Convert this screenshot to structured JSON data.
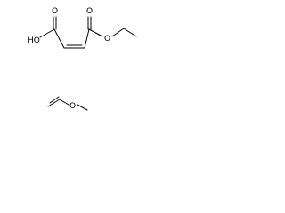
{
  "molecules": [
    {
      "atoms": {
        "carbonyl_o_left": "O",
        "hydroxyl": "HO",
        "carbonyl_o_right": "O",
        "ester_o": "O"
      }
    },
    {
      "atoms": {
        "ether_o": "O"
      }
    }
  ]
}
